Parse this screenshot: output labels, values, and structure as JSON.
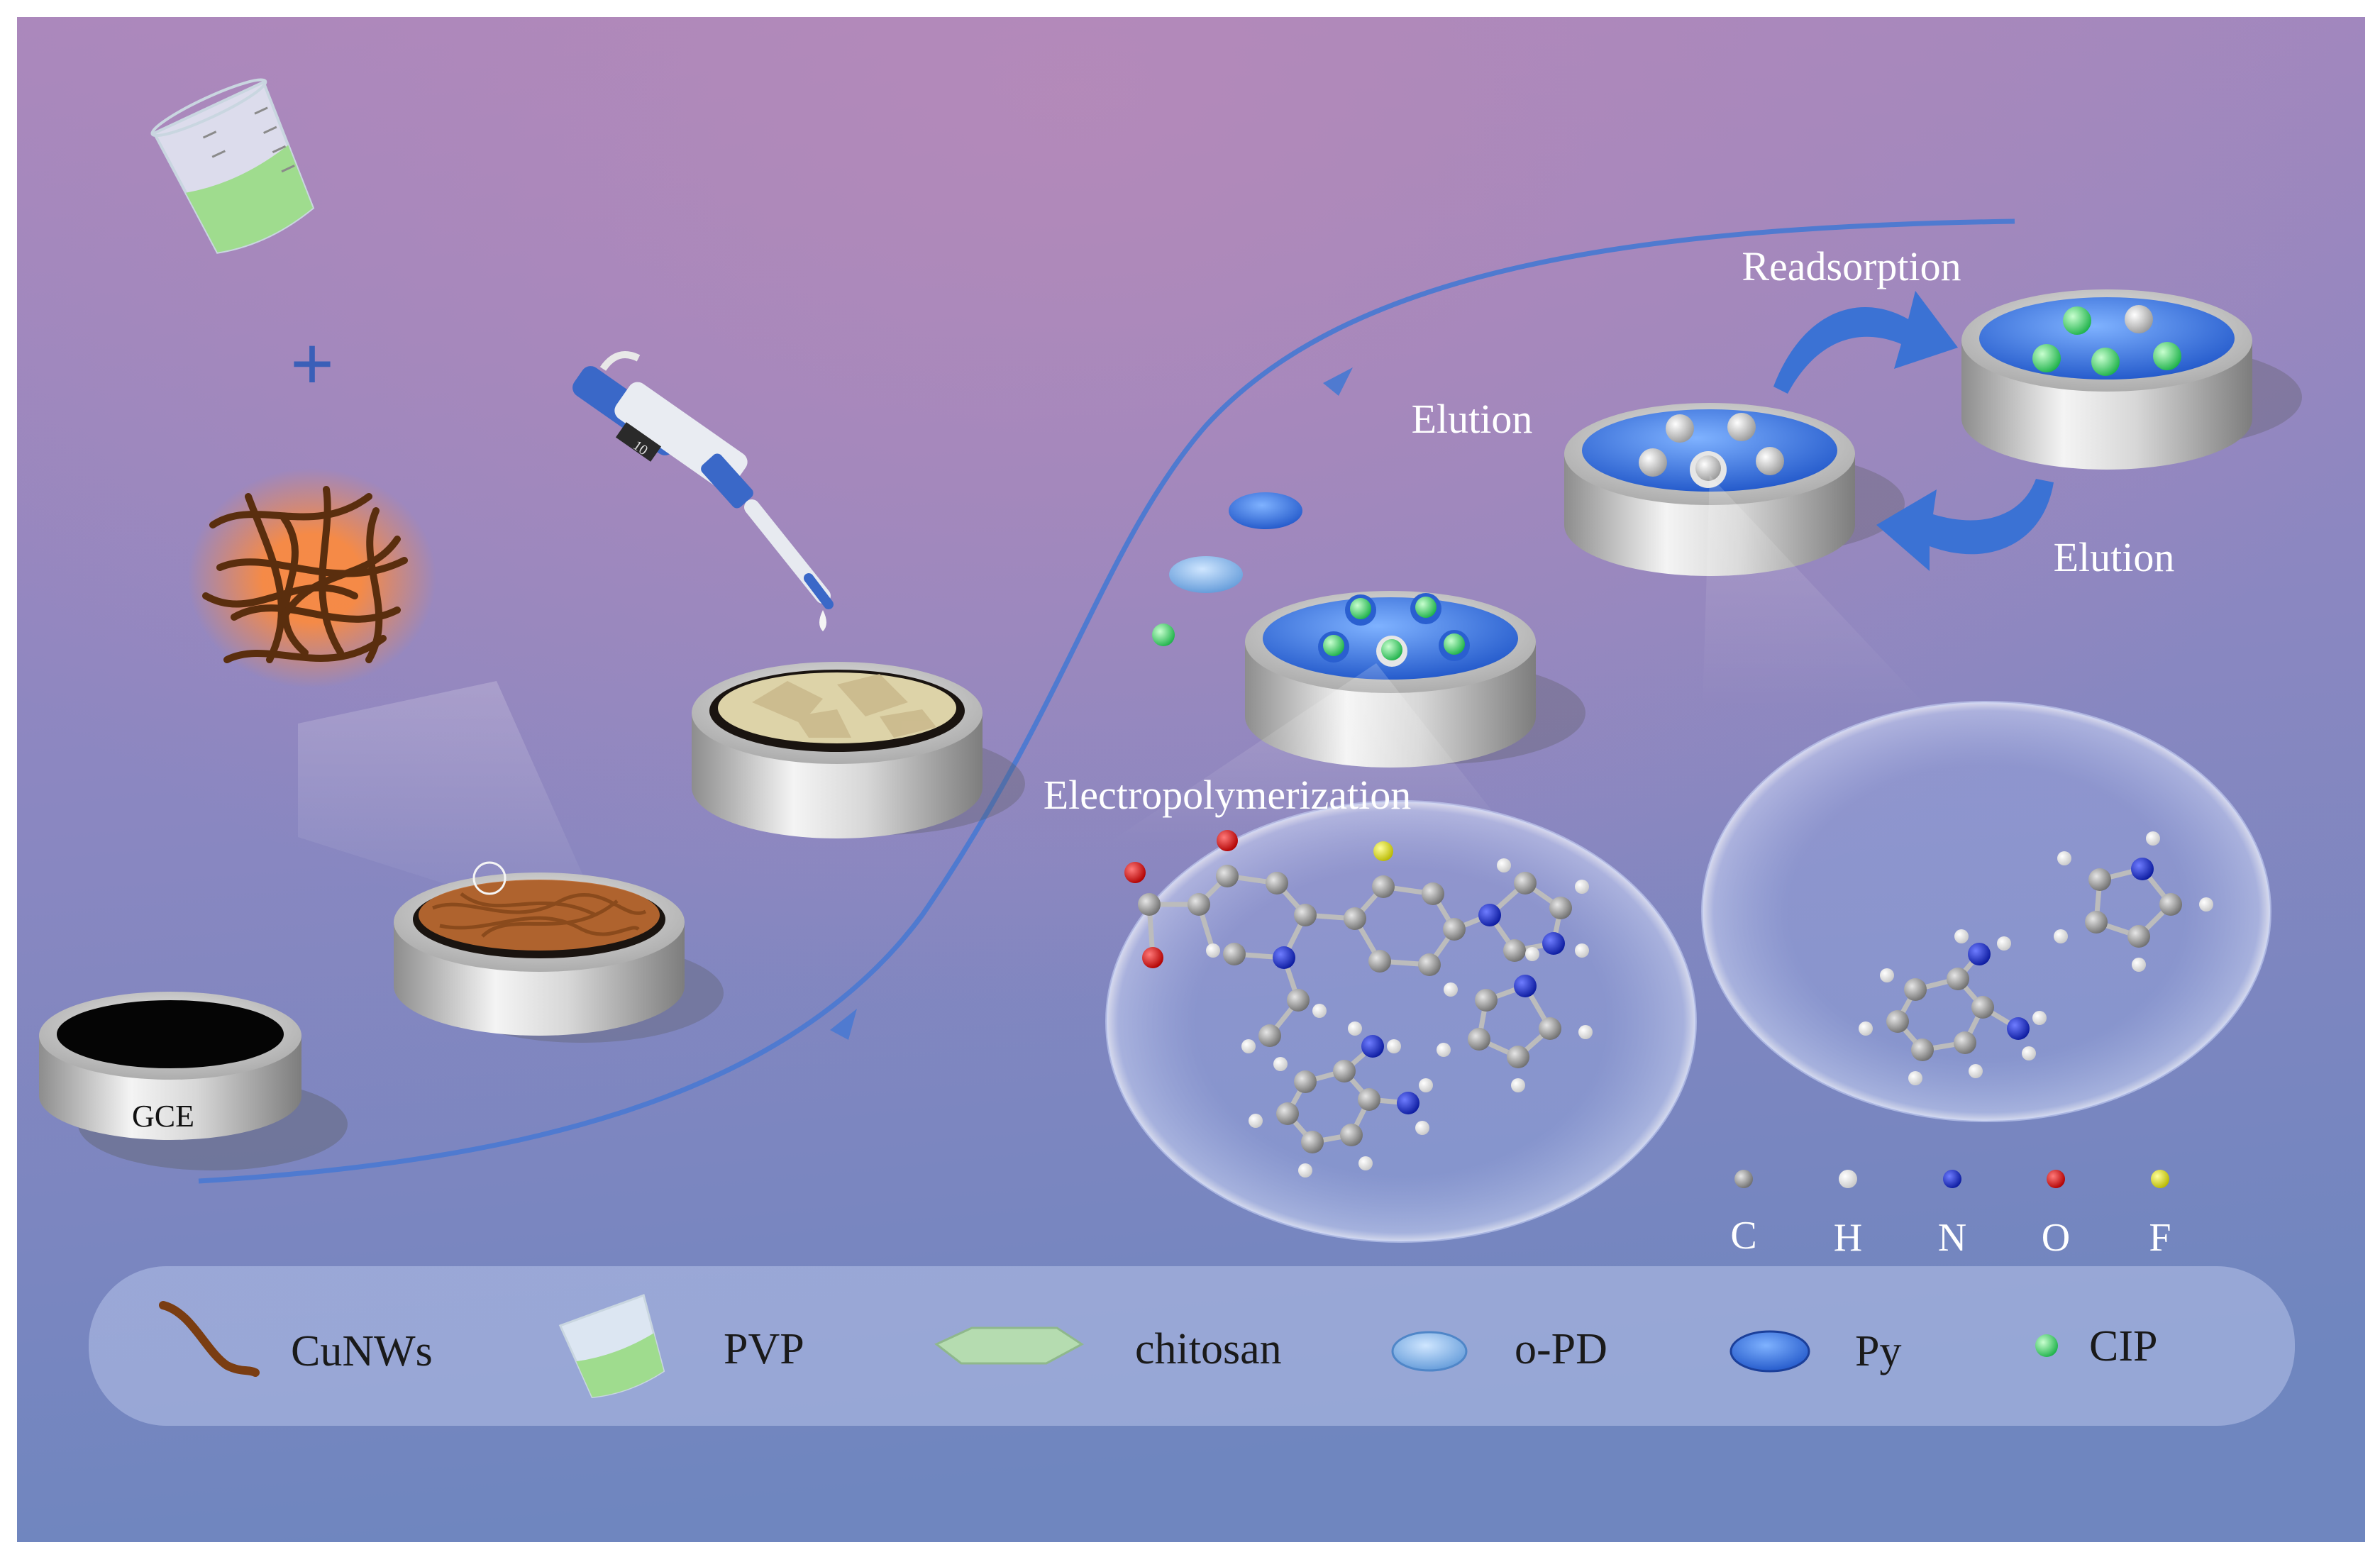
{
  "colors": {
    "bg_top": "#a586bd",
    "bg_bottom": "#7184c0",
    "arrow": "#4f7ad0",
    "electrode_metal": "#b8b8b8",
    "gce_disk": "#050505",
    "cu": "#8a4a1c",
    "pvp_liquid": "#9fdc8e",
    "chitosan": "#b5dcb0",
    "opd": "#8fc0ee",
    "py": "#2f6fe0",
    "cip": "#3fd46a",
    "atom_C": "#9a9a9a",
    "atom_H": "#f2f2f2",
    "atom_N": "#1c2fcc",
    "atom_O": "#e01414",
    "atom_F": "#e6e600"
  },
  "electrodes": {
    "gce_label": "GCE"
  },
  "steps": {
    "plus": "+",
    "pipette_display": "10",
    "electropolymerization": "Electropolymerization",
    "elution_top": "Elution",
    "readsorption": "Readsorption",
    "elution_right": "Elution"
  },
  "atom_legend": [
    {
      "label": "C",
      "icon": "carbon-atom-icon"
    },
    {
      "label": "H",
      "icon": "hydrogen-atom-icon"
    },
    {
      "label": "N",
      "icon": "nitrogen-atom-icon"
    },
    {
      "label": "O",
      "icon": "oxygen-atom-icon"
    },
    {
      "label": "F",
      "icon": "fluorine-atom-icon"
    }
  ],
  "legend": [
    {
      "label": "CuNWs",
      "icon": "copper-nanowire-icon"
    },
    {
      "label": "PVP",
      "icon": "beaker-icon"
    },
    {
      "label": "chitosan",
      "icon": "chitosan-sheet-icon"
    },
    {
      "label": "o-PD",
      "icon": "opd-ellipse-icon"
    },
    {
      "label": "Py",
      "icon": "py-ellipse-icon"
    },
    {
      "label": "CIP",
      "icon": "cip-sphere-icon"
    }
  ]
}
